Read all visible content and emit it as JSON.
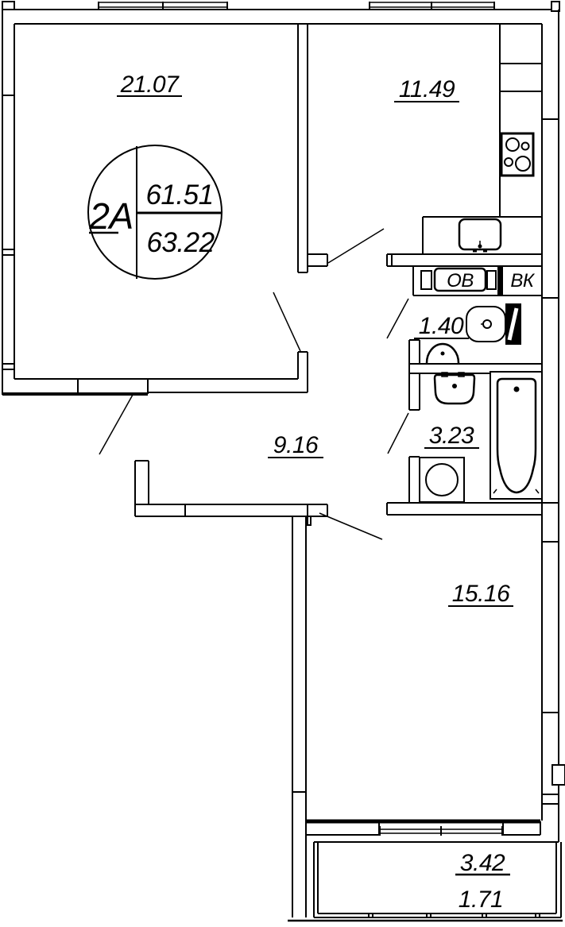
{
  "floor_plan": {
    "stamp": {
      "apartment_type": "2А",
      "living_area": "61.51",
      "total_area": "63.22"
    },
    "room_areas": {
      "living_room": "21.07",
      "kitchen": "11.49",
      "hallway": "9.16",
      "wc": "1.40",
      "bathroom": "3.23",
      "bedroom": "15.16"
    },
    "balcony": {
      "area_full": "3.42",
      "area_reduced": "1.71"
    },
    "shafts": {
      "heating_vent": "ОВ",
      "water_sewer": "ВК"
    },
    "colors": {
      "line": "#000000",
      "background": "#ffffff"
    }
  }
}
